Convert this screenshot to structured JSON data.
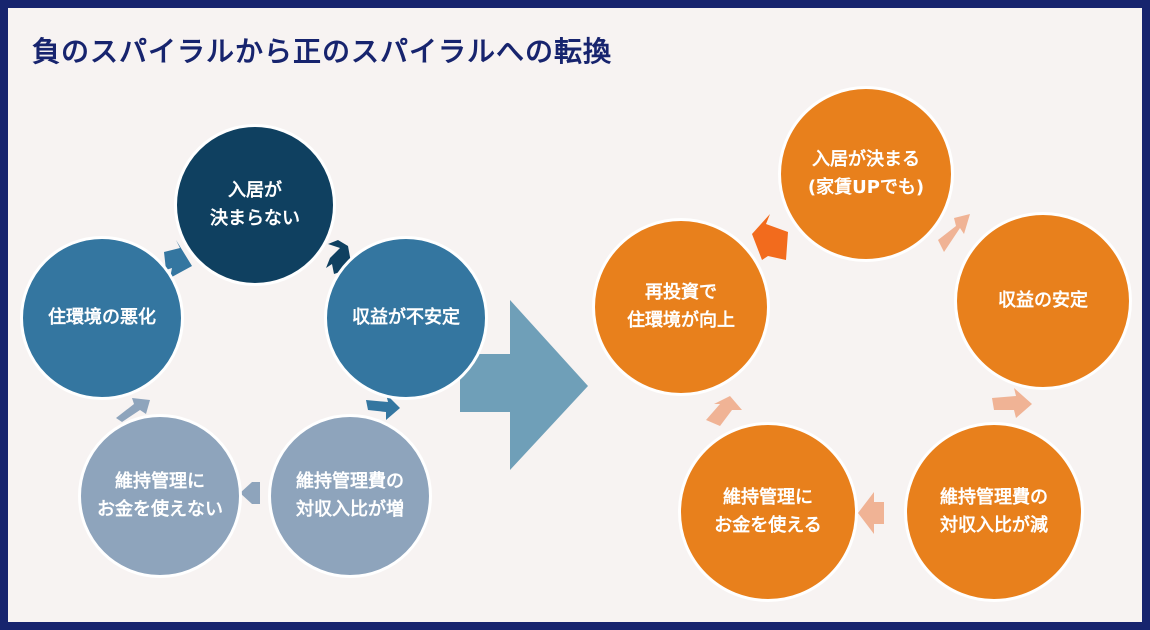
{
  "title": "負のスパイラルから正のスパイラルへの転換",
  "negative_cycle": {
    "nodes": [
      {
        "label": "入居が\n決まらない"
      },
      {
        "label": "収益が不安定"
      },
      {
        "label": "維持管理費の\n対収入比が増"
      },
      {
        "label": "維持管理に\nお金を使えない"
      },
      {
        "label": "住環境の悪化"
      }
    ]
  },
  "positive_cycle": {
    "nodes": [
      {
        "label": "入居が決まる\n(家賃UPでも)"
      },
      {
        "label": "収益の安定"
      },
      {
        "label": "維持管理費の\n対収入比が減"
      },
      {
        "label": "維持管理に\nお金を使える"
      },
      {
        "label": "再投資で\n住環境が向上"
      }
    ]
  },
  "colors": {
    "frame": "#17246e",
    "background": "#f7f3f2",
    "title": "#17246e",
    "navy_node": "#0f4060",
    "blue_node": "#3476a0",
    "grey_node": "#8ea4bc",
    "orange_node": "#e8801c",
    "big_arrow": "#6f9fb8",
    "accent_arrow": "#f26b1d",
    "light_orange_arrow": "#f0b395"
  }
}
